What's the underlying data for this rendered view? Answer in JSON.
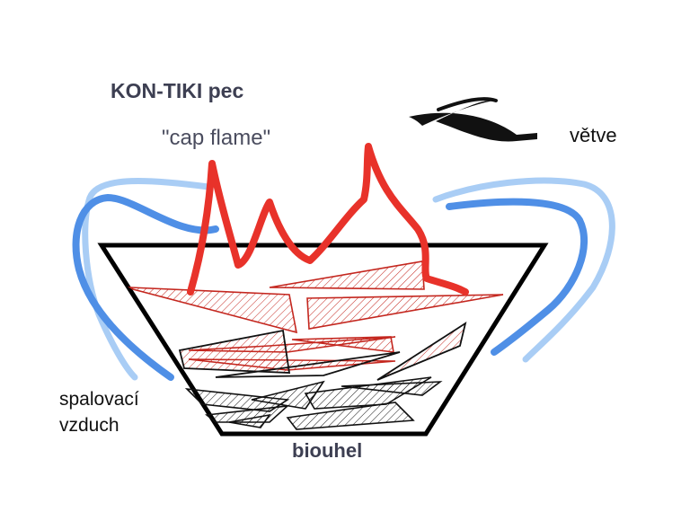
{
  "labels": {
    "title": "KON-TIKI pec",
    "cap_flame": "\"cap flame\"",
    "branches": "větve",
    "air_line1": "spalovací",
    "air_line2": "vzduch",
    "biochar": "biouhel"
  },
  "colors": {
    "flame": "#e8322a",
    "wood_red": "#c4271f",
    "char": "#111111",
    "air_dark": "#4f8fe6",
    "air_light": "#a9cdf5",
    "kiln": "#000000",
    "text_dark": "#3d3f52",
    "text_grey": "#4a4c5e"
  }
}
